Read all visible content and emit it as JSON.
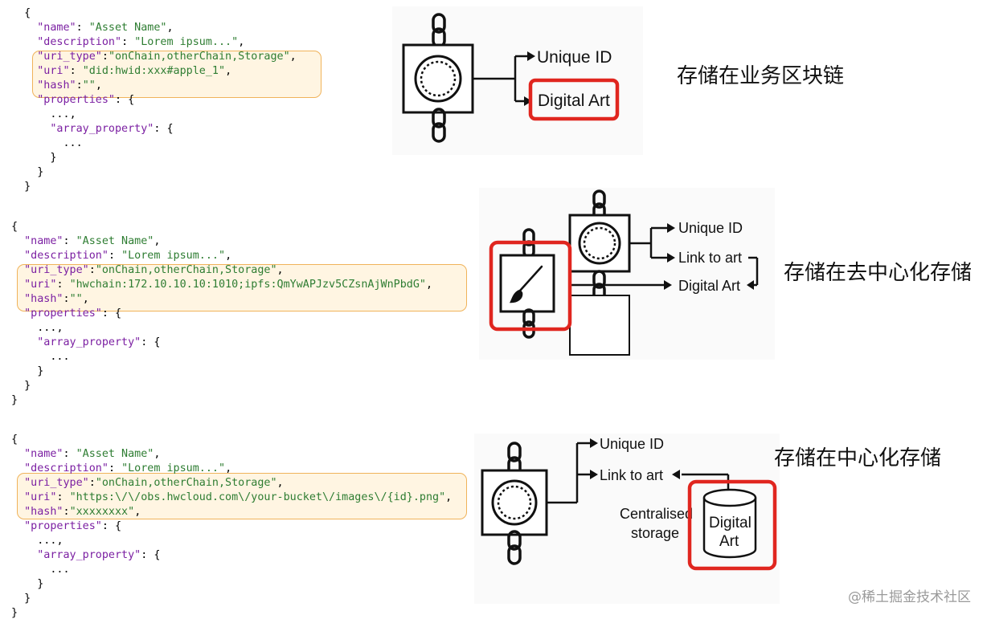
{
  "blocks": [
    {
      "open_brace": "{",
      "name_key": "\"name\"",
      "name_val": "\"Asset Name\"",
      "desc_key": "\"description\"",
      "desc_val": "\"Lorem ipsum...\"",
      "uri_type_key": "\"uri_type\"",
      "uri_type_val": "\"onChain,otherChain,Storage\"",
      "uri_key": "\"uri\"",
      "uri_val": "\"did:hwid:xxx#apple_1\"",
      "hash_key": "\"hash\"",
      "hash_val": "\"\"",
      "props_key": "\"properties\"",
      "ellipsis": "...",
      "array_key": "\"array_property\"",
      "inner_close": "}",
      "props_close": "}",
      "close_brace": "}"
    },
    {
      "open_brace": "{",
      "name_key": "\"name\"",
      "name_val": "\"Asset Name\"",
      "desc_key": "\"description\"",
      "desc_val": "\"Lorem ipsum...\"",
      "uri_type_key": "\"uri_type\"",
      "uri_type_val": "\"onChain,otherChain,Storage\"",
      "uri_key": "\"uri\"",
      "uri_val": "\"hwchain:172.10.10.10:1010;ipfs:QmYwAPJzv5CZsnAjWnPbdG\"",
      "hash_key": "\"hash\"",
      "hash_val": "\"\"",
      "props_key": "\"properties\"",
      "ellipsis": "...",
      "array_key": "\"array_property\"",
      "inner_close": "}",
      "props_close": "}",
      "close_brace": "}"
    },
    {
      "open_brace": "{",
      "name_key": "\"name\"",
      "name_val": "\"Asset Name\"",
      "desc_key": "\"description\"",
      "desc_val": "\"Lorem ipsum...\"",
      "uri_type_key": "\"uri_type\"",
      "uri_type_val": "\"onChain,otherChain,Storage\"",
      "uri_key": "\"uri\"",
      "uri_val": "\"https:\\/\\/obs.hwcloud.com\\/your-bucket\\/images\\/{id}.png\"",
      "hash_key": "\"hash\"",
      "hash_val": "\"xxxxxxxx\"",
      "props_key": "\"properties\"",
      "ellipsis": "...",
      "array_key": "\"array_property\"",
      "inner_close": "}",
      "props_close": "}",
      "close_brace": "}"
    }
  ],
  "captions": {
    "business_chain": "存储在业务区块链",
    "decentralized": "存储在去中心化存储",
    "centralized": "存储在中心化存储"
  },
  "diagram1": {
    "unique_id": "Unique ID",
    "digital_art": "Digital Art"
  },
  "diagram2": {
    "unique_id": "Unique ID",
    "link_to_art": "Link to art",
    "digital_art": "Digital Art"
  },
  "diagram3": {
    "unique_id": "Unique ID",
    "link_to_art": "Link to art",
    "centralised": "Centralised",
    "storage": "storage",
    "digital": "Digital",
    "art": "Art"
  },
  "watermark": "@稀土掘金技术社区",
  "colors": {
    "highlight_border": "#f0b35a",
    "red_frame": "#e0261f",
    "key": "#7b1fa2",
    "string": "#2e7d32"
  }
}
